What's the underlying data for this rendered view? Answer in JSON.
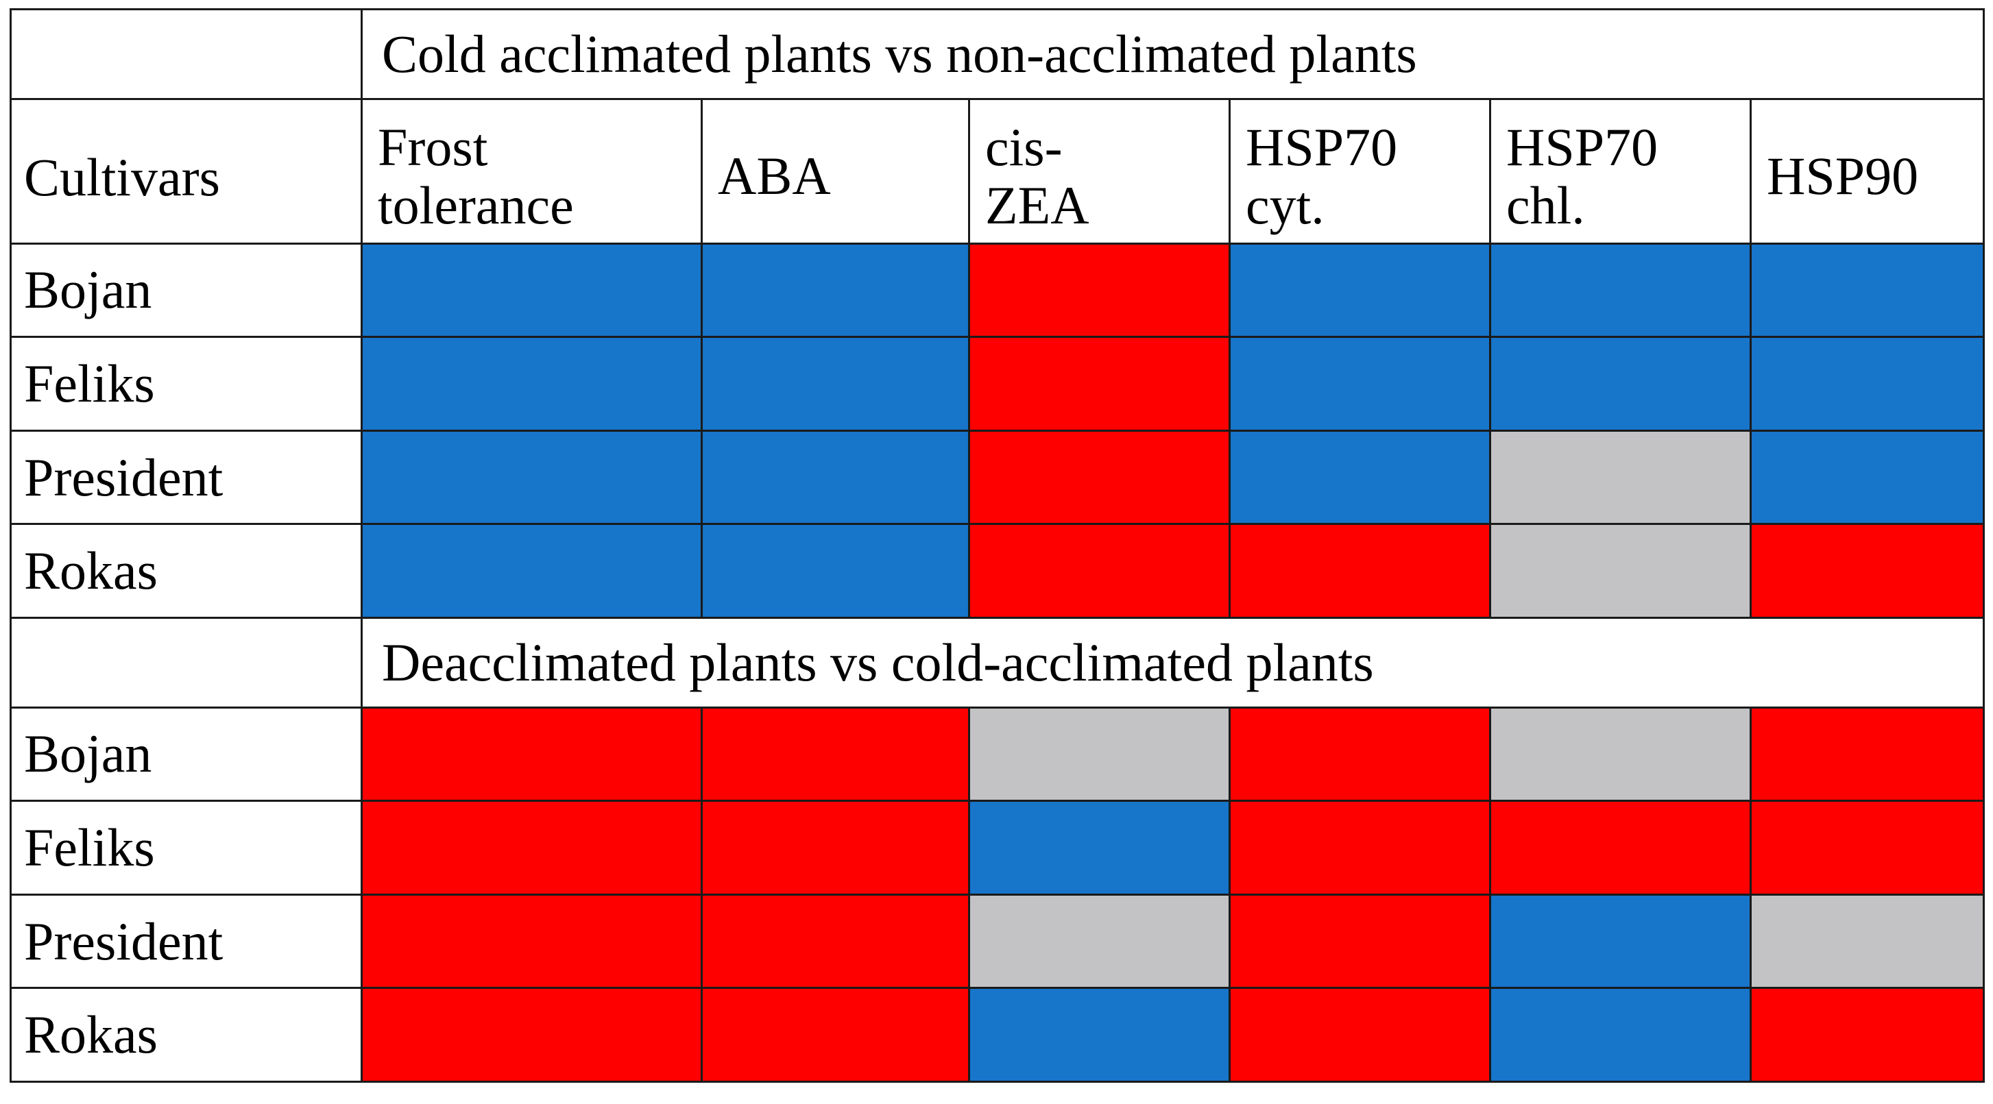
{
  "figure": {
    "kind": "color-coded-comparison-table",
    "legend_colors": {
      "increase": "#1775ca",
      "decrease": "#fe0000",
      "no-change": "#c3c3c5",
      "background": "#ffffff",
      "gridline": "#1a1a1a"
    }
  },
  "chart_data": {
    "type": "heatmap",
    "title": "",
    "xlabel": "",
    "ylabel": "",
    "grid": true,
    "legend_position": "none",
    "row_label_header": "Cultivars",
    "categories": [
      "Frost tolerance",
      "ABA",
      "cis-ZEA",
      "HSP70 cyt.",
      "HSP70 chl.",
      "HSP90"
    ],
    "color_value_map": {
      "#1775ca": "blue / increase",
      "#fe0000": "red / decrease",
      "#c3c3c5": "gray / no change"
    },
    "sections": [
      {
        "banner": "Cold acclimated plants vs  non-acclimated plants",
        "rows": [
          {
            "label": "Bojan",
            "colors": [
              "#1775ca",
              "#1775ca",
              "#fe0000",
              "#1775ca",
              "#1775ca",
              "#1775ca"
            ]
          },
          {
            "label": "Feliks",
            "colors": [
              "#1775ca",
              "#1775ca",
              "#fe0000",
              "#1775ca",
              "#1775ca",
              "#1775ca"
            ]
          },
          {
            "label": "President",
            "colors": [
              "#1775ca",
              "#1775ca",
              "#fe0000",
              "#1775ca",
              "#c3c3c5",
              "#1775ca"
            ]
          },
          {
            "label": "Rokas",
            "colors": [
              "#1775ca",
              "#1775ca",
              "#fe0000",
              "#fe0000",
              "#c3c3c5",
              "#fe0000"
            ]
          }
        ]
      },
      {
        "banner": "Deacclimated plants vs  cold-acclimated plants",
        "rows": [
          {
            "label": "Bojan",
            "colors": [
              "#fe0000",
              "#fe0000",
              "#c3c3c5",
              "#fe0000",
              "#c3c3c5",
              "#fe0000"
            ]
          },
          {
            "label": "Feliks",
            "colors": [
              "#fe0000",
              "#fe0000",
              "#1775ca",
              "#fe0000",
              "#fe0000",
              "#fe0000"
            ]
          },
          {
            "label": "President",
            "colors": [
              "#fe0000",
              "#fe0000",
              "#c3c3c5",
              "#fe0000",
              "#1775ca",
              "#c3c3c5"
            ]
          },
          {
            "label": "Rokas",
            "colors": [
              "#fe0000",
              "#fe0000",
              "#1775ca",
              "#fe0000",
              "#1775ca",
              "#fe0000"
            ]
          }
        ]
      }
    ]
  },
  "table": {
    "section1": {
      "banner": "Cold acclimated plants vs  non-acclimated plants",
      "cultivars_header": "Cultivars",
      "columns": [
        {
          "line1": "Frost",
          "line2": "tolerance"
        },
        {
          "line1": "ABA",
          "line2": ""
        },
        {
          "line1": "cis-",
          "line2": "ZEA"
        },
        {
          "line1": "HSP70",
          "line2": "cyt."
        },
        {
          "line1": "HSP70",
          "line2": "chl."
        },
        {
          "line1": "HSP90",
          "line2": ""
        }
      ],
      "rows": [
        {
          "label": "Bojan"
        },
        {
          "label": "Feliks"
        },
        {
          "label": "President"
        },
        {
          "label": "Rokas"
        }
      ]
    },
    "section2": {
      "banner": "Deacclimated plants vs  cold-acclimated plants",
      "rows": [
        {
          "label": "Bojan"
        },
        {
          "label": "Feliks"
        },
        {
          "label": "President"
        },
        {
          "label": "Rokas"
        }
      ]
    }
  }
}
